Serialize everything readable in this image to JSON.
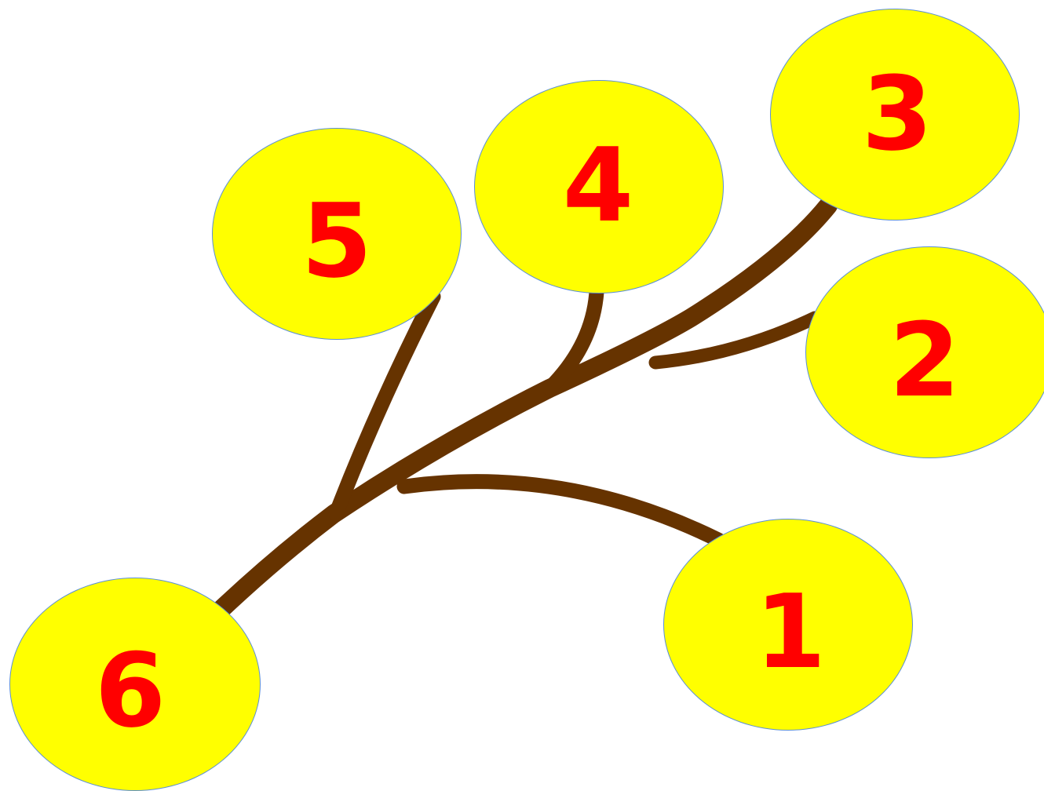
{
  "colors": {
    "node_fill": "#ffff00",
    "node_border": "#5b8fd6",
    "label": "#ff0000",
    "branch": "#663300",
    "background": "#ffffff"
  },
  "nodes": [
    {
      "label": "1"
    },
    {
      "label": "2"
    },
    {
      "label": "3"
    },
    {
      "label": "4"
    },
    {
      "label": "5"
    },
    {
      "label": "6"
    }
  ]
}
